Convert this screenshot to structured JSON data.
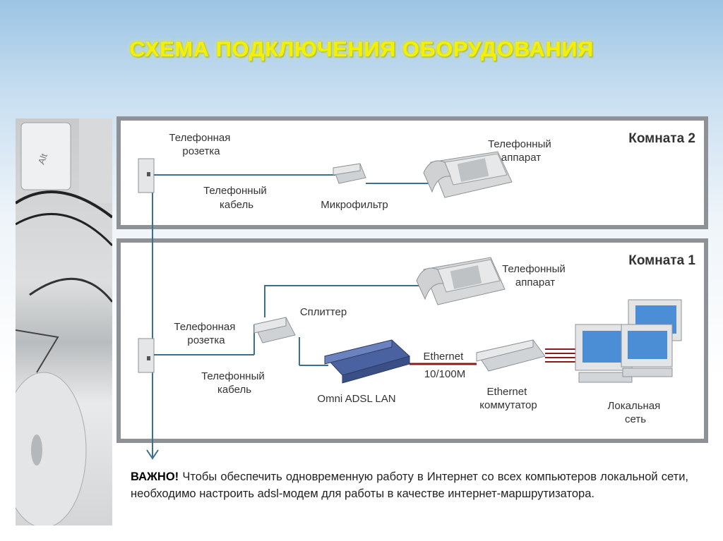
{
  "title": "СХЕМА ПОДКЛЮЧЕНИЯ ОБОРУДОВАНИЯ",
  "room2": {
    "title": "Комната 2",
    "socket_label": [
      "Телефонная",
      "розетка"
    ],
    "cable_label": [
      "Телефонный",
      "кабель"
    ],
    "filter_label": "Микрофильтр",
    "phone_label": [
      "Телефонный",
      "аппарат"
    ]
  },
  "room1": {
    "title": "Комната 1",
    "socket_label": [
      "Телефонная",
      "розетка"
    ],
    "cable_label": [
      "Телефонный",
      "кабель"
    ],
    "splitter_label": "Сплиттер",
    "phone_label": [
      "Телефонный",
      "аппарат"
    ],
    "modem_label": "Omni ADSL LAN",
    "ethernet_label": [
      "Ethernet",
      "10/100M"
    ],
    "switch_label": [
      "Ethernet",
      "коммутатор"
    ],
    "lan_label": [
      "Локальная",
      "сеть"
    ]
  },
  "note": {
    "important": "ВАЖНО!",
    "text": " Чтобы обеспечить одновременную работу в Интернет со всех компьютеров локальной сети, необходимо настроить adsl-модем для работы в качестве интернет-маршрутизатора."
  },
  "colors": {
    "title": "#f4f000",
    "line": "#3a6f92",
    "ethernet_line": "#8b1a1a"
  }
}
